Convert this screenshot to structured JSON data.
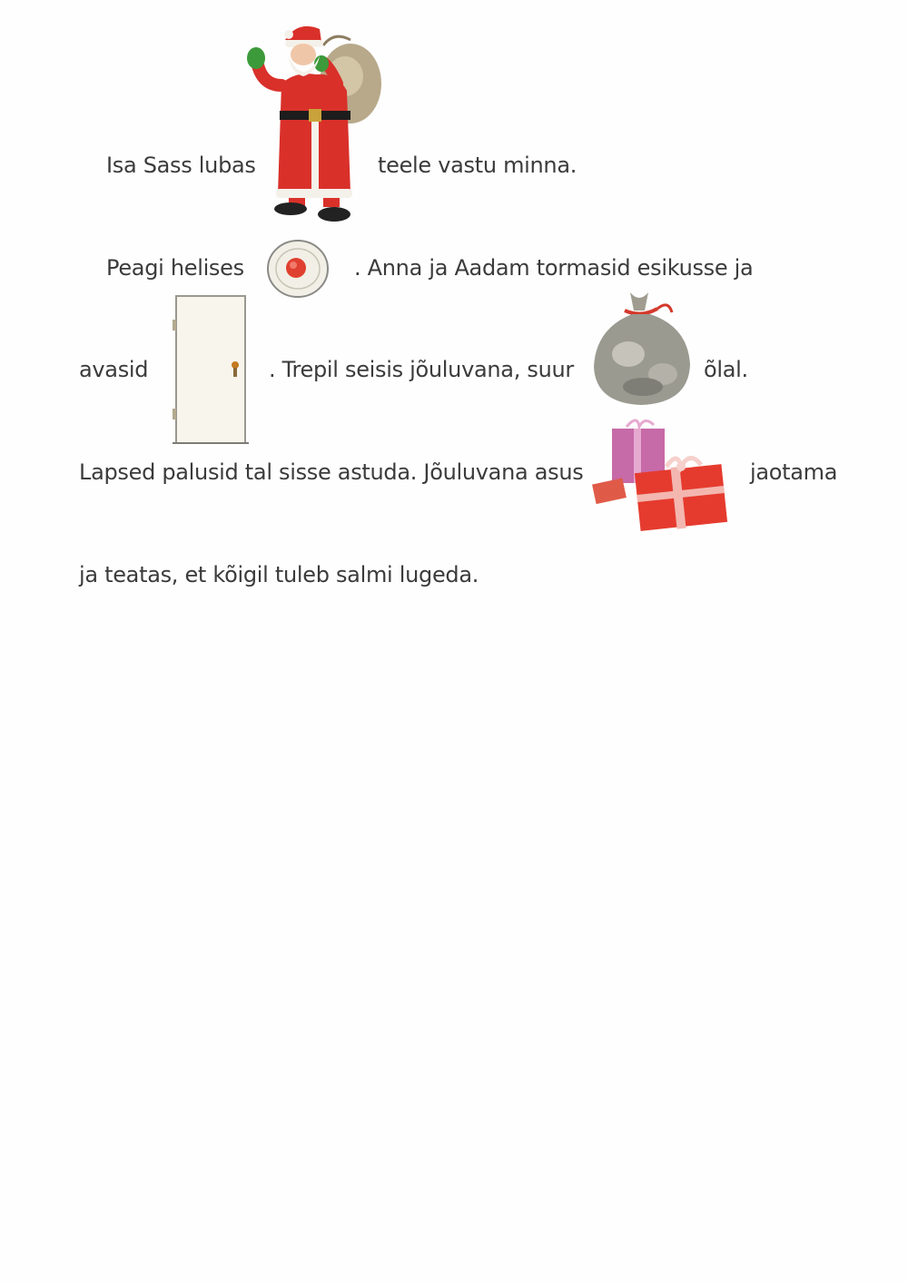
{
  "story": {
    "line1": {
      "before": "Isa Sass lubas",
      "after": "teele vastu minna."
    },
    "line2": {
      "before": "Peagi helises",
      "after": ". Anna ja Aadam tormasid esikusse ja"
    },
    "line3": {
      "before": "avasid",
      "middle": ". Trepil seisis jõuluvana, suur",
      "after": "õlal."
    },
    "line4": {
      "before": "Lapsed palusid tal sisse astuda. Jõuluvana asus",
      "after": "jaotama"
    },
    "line5": {
      "text": "ja teatas, et kõigil tuleb salmi lugeda."
    }
  },
  "pictures": {
    "santa": "santa-claus-icon",
    "doorbell": "doorbell-icon",
    "door": "door-icon",
    "sack": "gift-sack-icon",
    "gifts": "gift-boxes-icon"
  },
  "colors": {
    "text": "#3b3b3b",
    "santa_red": "#d9302a",
    "gift_red": "#e53b2e",
    "gift_pink": "#c76aa8",
    "sack_gray": "#9a9a90"
  }
}
